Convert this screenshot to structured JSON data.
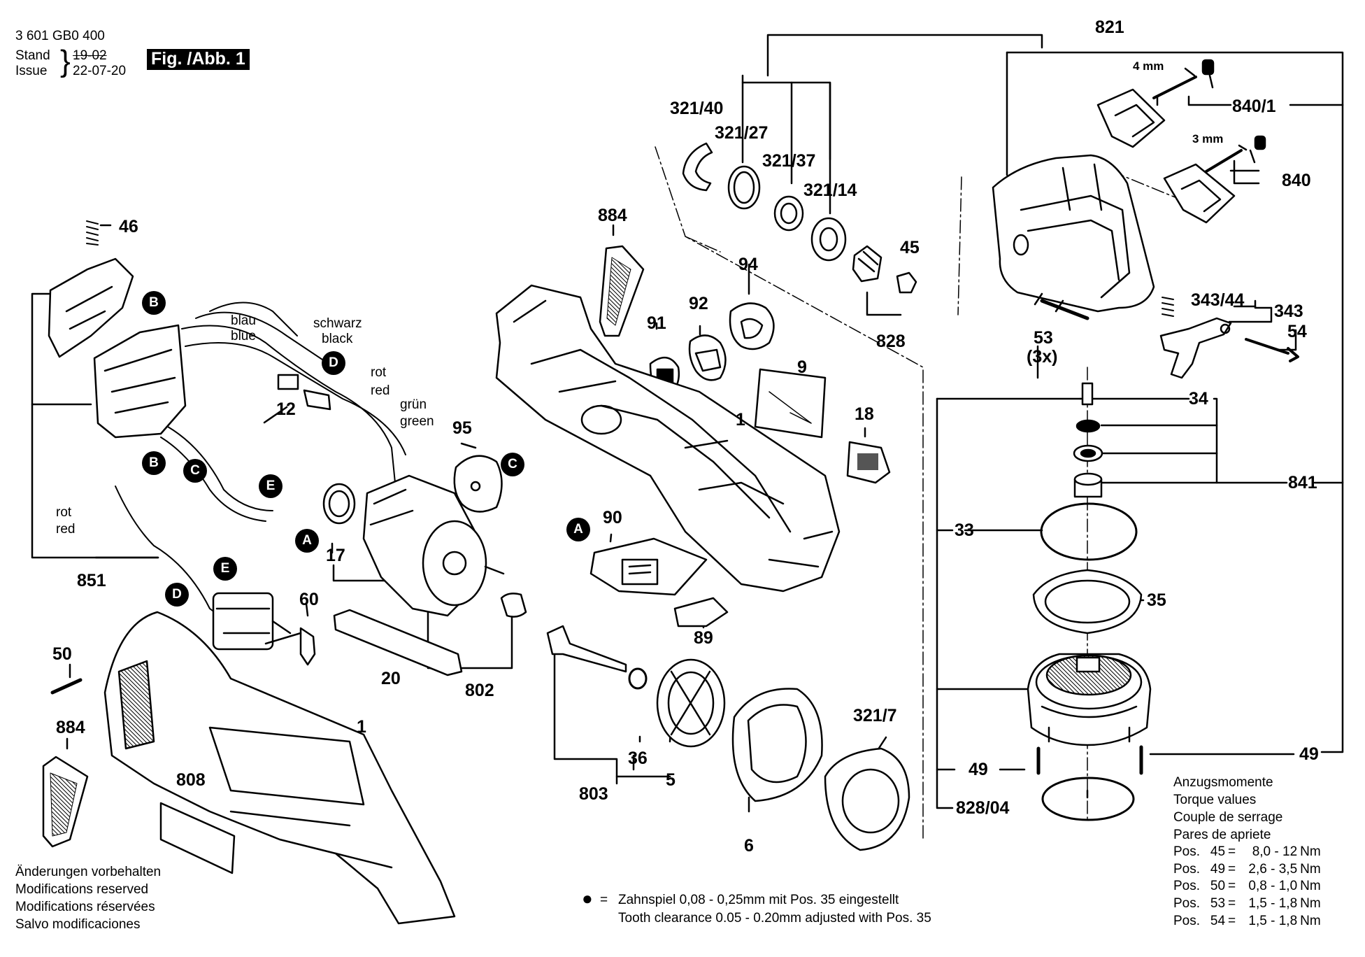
{
  "header": {
    "doc_number": "3 601 GB0 400",
    "stand_label": "Stand",
    "issue_label": "Issue",
    "stand_value": "19-02",
    "issue_value": "22-07-20",
    "figure_title": "Fig. /Abb. 1"
  },
  "callouts": {
    "c821": "821",
    "c321_40": "321/40",
    "c321_27": "321/27",
    "c321_37": "321/37",
    "c321_14": "321/14",
    "c840_1": "840/1",
    "c840": "840",
    "c4mm": "4 mm",
    "c3mm": "3 mm",
    "c884_top": "884",
    "c94": "94",
    "c45": "45",
    "c828": "828",
    "c92": "92",
    "c91": "91",
    "c9": "9",
    "c1_top": "1",
    "c18": "18",
    "c95": "95",
    "c46": "46",
    "c12": "12",
    "c17": "17",
    "c851": "851",
    "c60": "60",
    "c50": "50",
    "c20": "20",
    "c802": "802",
    "c90": "90",
    "c89": "89",
    "c36": "36",
    "c5": "5",
    "c803": "803",
    "c6": "6",
    "c321_7": "321/7",
    "c884_bot": "884",
    "c808": "808",
    "c1_bot": "1",
    "c343_44": "343/44",
    "c343": "343",
    "c54": "54",
    "c53": "53",
    "c53x": "(3x)",
    "c34": "34",
    "c841": "841",
    "c33": "33",
    "c35": "35",
    "c49_left": "49",
    "c49_right": "49",
    "c828_04": "828/04"
  },
  "wire_labels": {
    "blau": "blau",
    "blue": "blue",
    "schwarz": "schwarz",
    "black": "black",
    "rot1": "rot",
    "red1": "red",
    "gruen": "grün",
    "green": "green",
    "rot2": "rot",
    "red2": "red"
  },
  "markers": {
    "A1": "A",
    "A2": "A",
    "B1": "B",
    "B2": "B",
    "C1": "C",
    "C2": "C",
    "D1": "D",
    "D2": "D",
    "E1": "E",
    "E2": "E"
  },
  "disclaimer": [
    "Änderungen vorbehalten",
    "Modifications reserved",
    "Modifications réservées",
    "Salvo modificaciones"
  ],
  "footnote": {
    "symbol": "●",
    "equals": "=",
    "line1": "Zahnspiel 0,08 - 0,25mm mit Pos. 35 eingestellt",
    "line2": "Tooth clearance 0.05 - 0.20mm adjusted with Pos. 35"
  },
  "torque": {
    "titles": [
      "Anzugsmomente",
      "Torque values",
      "Couple de serrage",
      "Pares de apriete"
    ],
    "rows": [
      {
        "pos": "Pos.",
        "num": "45",
        "eq": "=",
        "value": "8,0 - 12",
        "unit": "Nm"
      },
      {
        "pos": "Pos.",
        "num": "49",
        "eq": "=",
        "value": "2,6 - 3,5",
        "unit": "Nm"
      },
      {
        "pos": "Pos.",
        "num": "50",
        "eq": "=",
        "value": "0,8 - 1,0",
        "unit": "Nm"
      },
      {
        "pos": "Pos.",
        "num": "53",
        "eq": "=",
        "value": "1,5 - 1,8",
        "unit": "Nm"
      },
      {
        "pos": "Pos.",
        "num": "54",
        "eq": "=",
        "value": "1,5 - 1,8",
        "unit": "Nm"
      }
    ]
  }
}
